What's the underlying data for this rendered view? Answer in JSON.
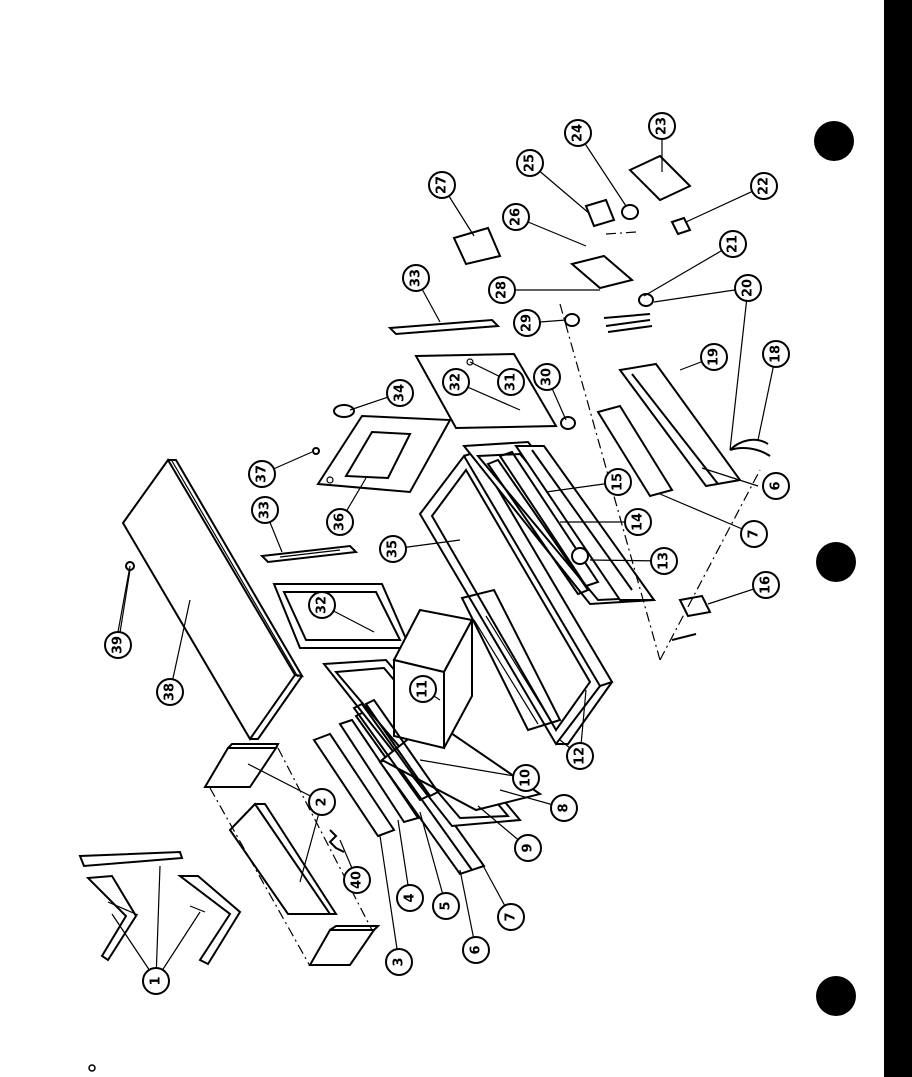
{
  "colors": {
    "ink": "#000000",
    "paper": "#ffffff"
  },
  "callouts": [
    {
      "id": "c1",
      "label": "1"
    },
    {
      "id": "c2",
      "label": "2"
    },
    {
      "id": "c3",
      "label": "3"
    },
    {
      "id": "c4",
      "label": "4"
    },
    {
      "id": "c5",
      "label": "5"
    },
    {
      "id": "c6a",
      "label": "6"
    },
    {
      "id": "c6b",
      "label": "6"
    },
    {
      "id": "c7a",
      "label": "7"
    },
    {
      "id": "c7b",
      "label": "7"
    },
    {
      "id": "c8",
      "label": "8"
    },
    {
      "id": "c9",
      "label": "9"
    },
    {
      "id": "c10",
      "label": "10"
    },
    {
      "id": "c11",
      "label": "11"
    },
    {
      "id": "c12",
      "label": "12"
    },
    {
      "id": "c13",
      "label": "13"
    },
    {
      "id": "c14",
      "label": "14"
    },
    {
      "id": "c15",
      "label": "15"
    },
    {
      "id": "c16",
      "label": "16"
    },
    {
      "id": "c18",
      "label": "18"
    },
    {
      "id": "c19",
      "label": "19"
    },
    {
      "id": "c20",
      "label": "20"
    },
    {
      "id": "c21",
      "label": "21"
    },
    {
      "id": "c22",
      "label": "22"
    },
    {
      "id": "c23",
      "label": "23"
    },
    {
      "id": "c24a",
      "label": "24"
    },
    {
      "id": "c24b",
      "label": "24"
    },
    {
      "id": "c25",
      "label": "25"
    },
    {
      "id": "c26",
      "label": "26"
    },
    {
      "id": "c27",
      "label": "27"
    },
    {
      "id": "c28",
      "label": "28"
    },
    {
      "id": "c29",
      "label": "29"
    },
    {
      "id": "c30",
      "label": "30"
    },
    {
      "id": "c31",
      "label": "31"
    },
    {
      "id": "c32a",
      "label": "32"
    },
    {
      "id": "c32b",
      "label": "32"
    },
    {
      "id": "c33a",
      "label": "33"
    },
    {
      "id": "c33b",
      "label": "33"
    },
    {
      "id": "c34",
      "label": "34"
    },
    {
      "id": "c35",
      "label": "35"
    },
    {
      "id": "c36",
      "label": "36"
    },
    {
      "id": "c37",
      "label": "37"
    },
    {
      "id": "c38",
      "label": "38"
    },
    {
      "id": "c39",
      "label": "39"
    },
    {
      "id": "c40",
      "label": "40"
    }
  ]
}
